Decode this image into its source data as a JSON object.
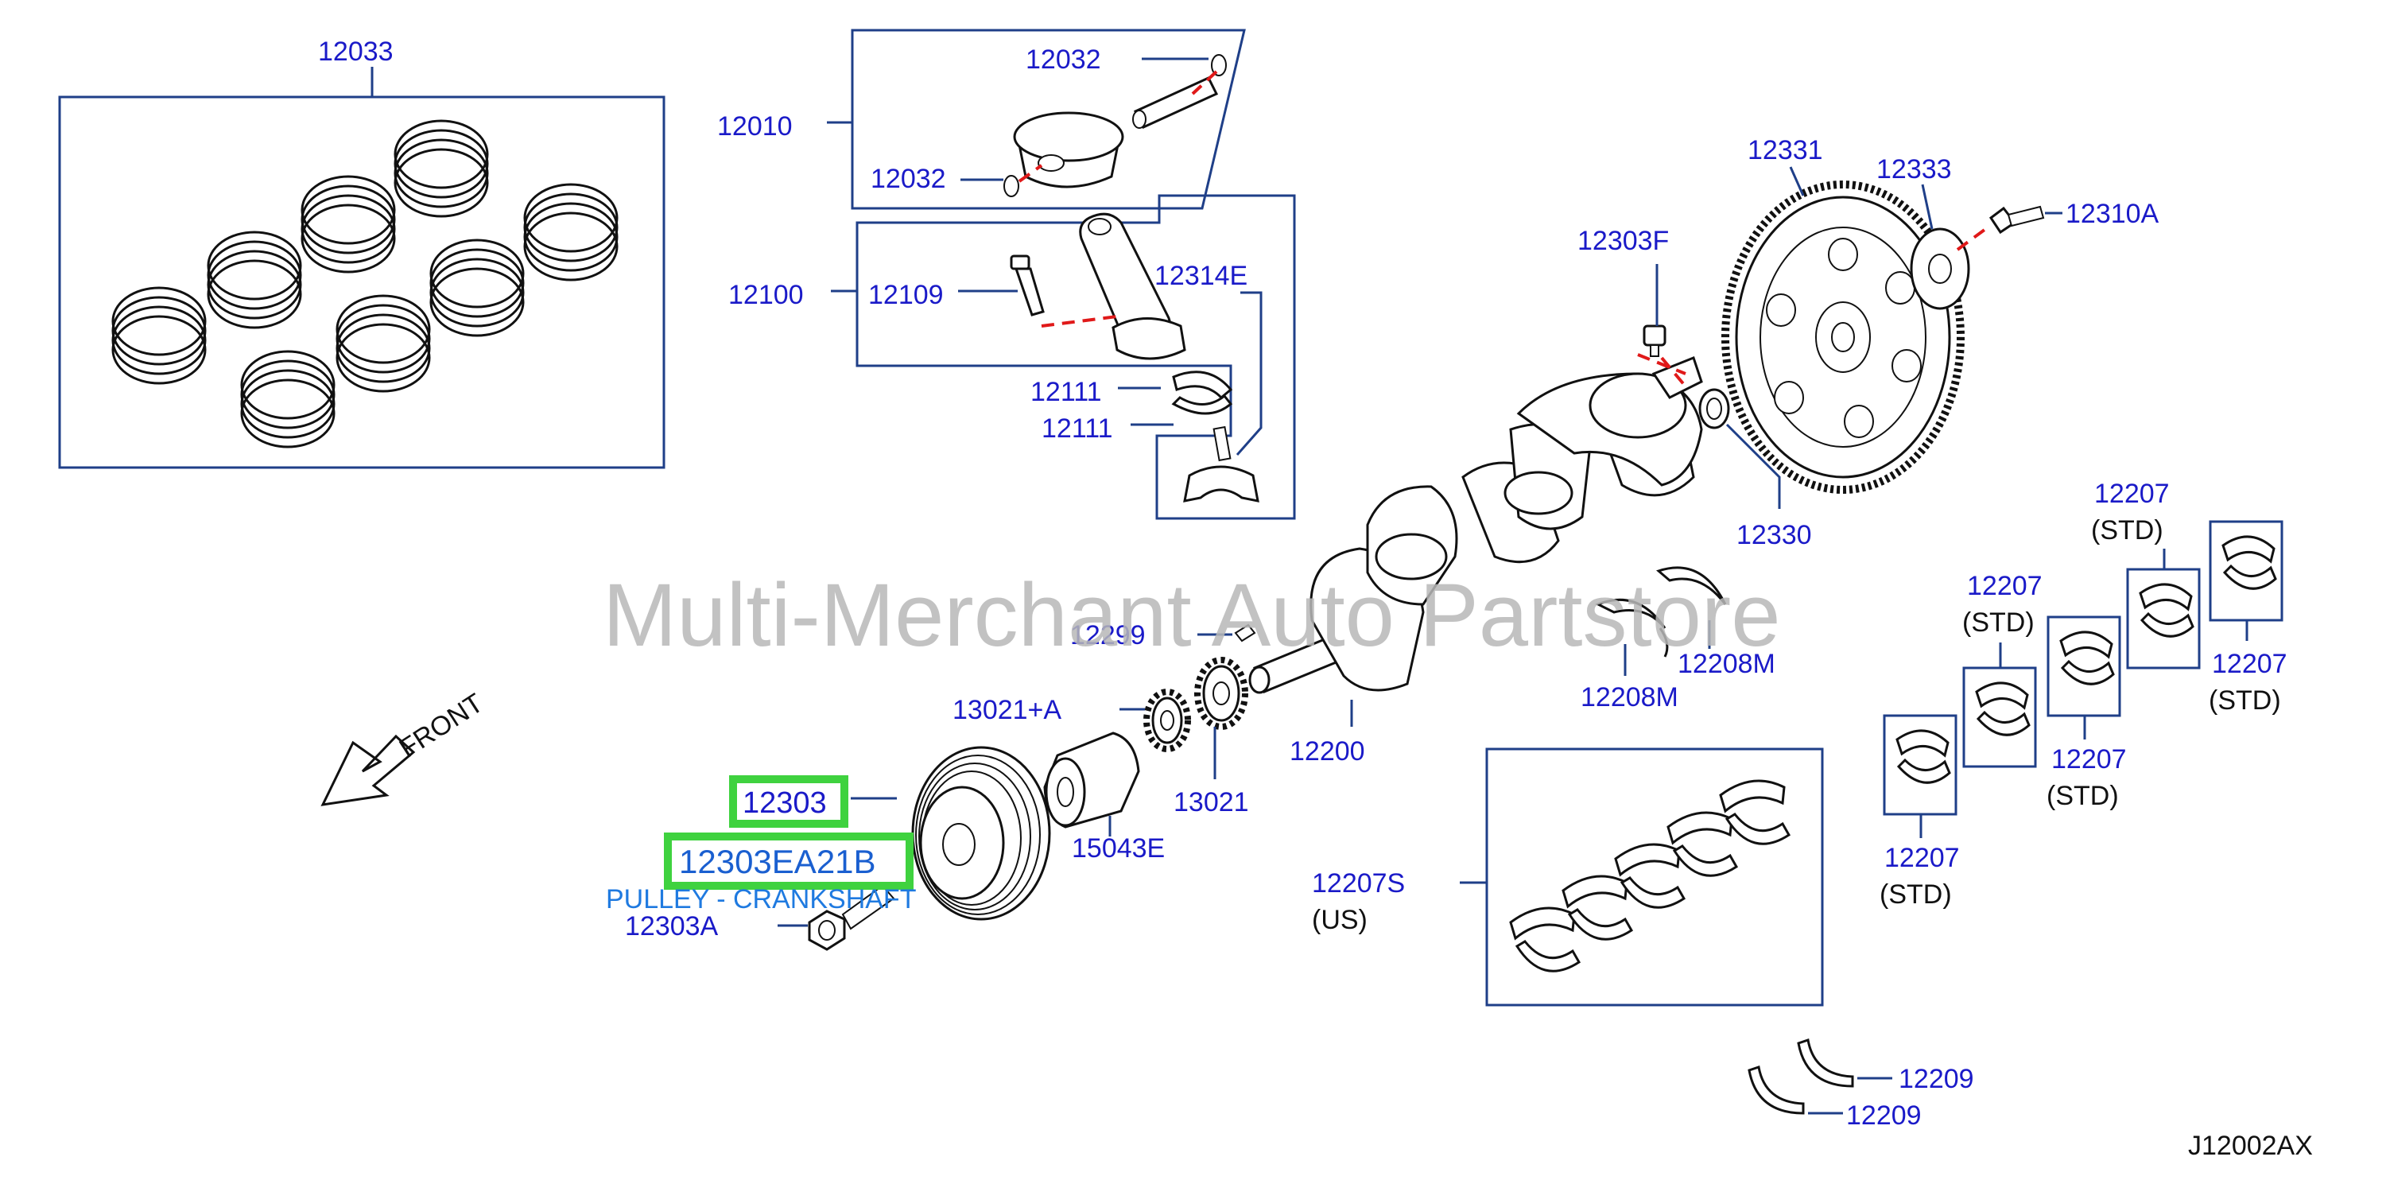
{
  "diagram": {
    "labels": {
      "p12033": "12033",
      "p12032a": "12032",
      "p12010": "12010",
      "p12032b": "12032",
      "p12100": "12100",
      "p12109": "12109",
      "p12314e": "12314E",
      "p12111a": "12111",
      "p12111b": "12111",
      "p12303f": "12303F",
      "p12331": "12331",
      "p12333": "12333",
      "p12310a": "12310A",
      "p12330": "12330",
      "p12207_1": "12207",
      "p12207_1s": "(STD)",
      "p12207_2": "12207",
      "p12207_2s": "(STD)",
      "p12207_3": "12207",
      "p12207_3s": "(STD)",
      "p12207_4": "12207",
      "p12207_4s": "(STD)",
      "p12207_5": "12207",
      "p12207_5s": "(STD)",
      "p12299": "12299",
      "p12208m_a": "12208M",
      "p12208m_b": "12208M",
      "p13021a": "13021+A",
      "p13021": "13021",
      "p12200": "12200",
      "p15043e": "15043E",
      "p12303": "12303",
      "p12303a": "12303A",
      "p12207s": "12207S",
      "p12207s_us": "(US)",
      "p12209a": "12209",
      "p12209b": "12209",
      "front": "FRONT",
      "diagram_code": "J12002AX"
    },
    "highlight": {
      "part_number": "12303EA21B",
      "description": "PULLEY - CRANKSHAFT"
    },
    "watermark": "Multi-Merchant Auto Partstore",
    "colors": {
      "label": "#1a1ac8",
      "box": "#1f3f88",
      "highlight": "#3fd23f",
      "dash": "#e01919",
      "watermark": "#b8b8b8"
    }
  }
}
